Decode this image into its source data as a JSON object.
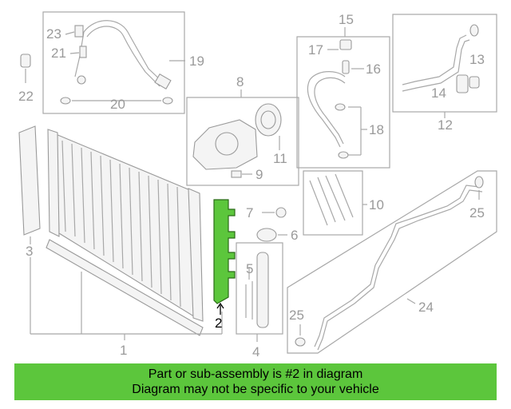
{
  "diagram": {
    "callouts": {
      "c1": "1",
      "c2": "2",
      "c3": "3",
      "c4": "4",
      "c5": "5",
      "c6": "6",
      "c7": "7",
      "c8": "8",
      "c9": "9",
      "c10": "10",
      "c11": "11",
      "c12": "12",
      "c13": "13",
      "c14": "14",
      "c15": "15",
      "c16": "16",
      "c17": "17",
      "c18": "18",
      "c19": "19",
      "c20": "20",
      "c21": "21",
      "c22": "22",
      "c23": "23",
      "c24": "24",
      "c25a": "25",
      "c25b": "25"
    },
    "highlight_color": "#5cc63c"
  },
  "banner": {
    "line1": "Part or sub-assembly is #2 in diagram",
    "line2": "Diagram may not be specific to your vehicle",
    "color": "#5cc63c"
  }
}
